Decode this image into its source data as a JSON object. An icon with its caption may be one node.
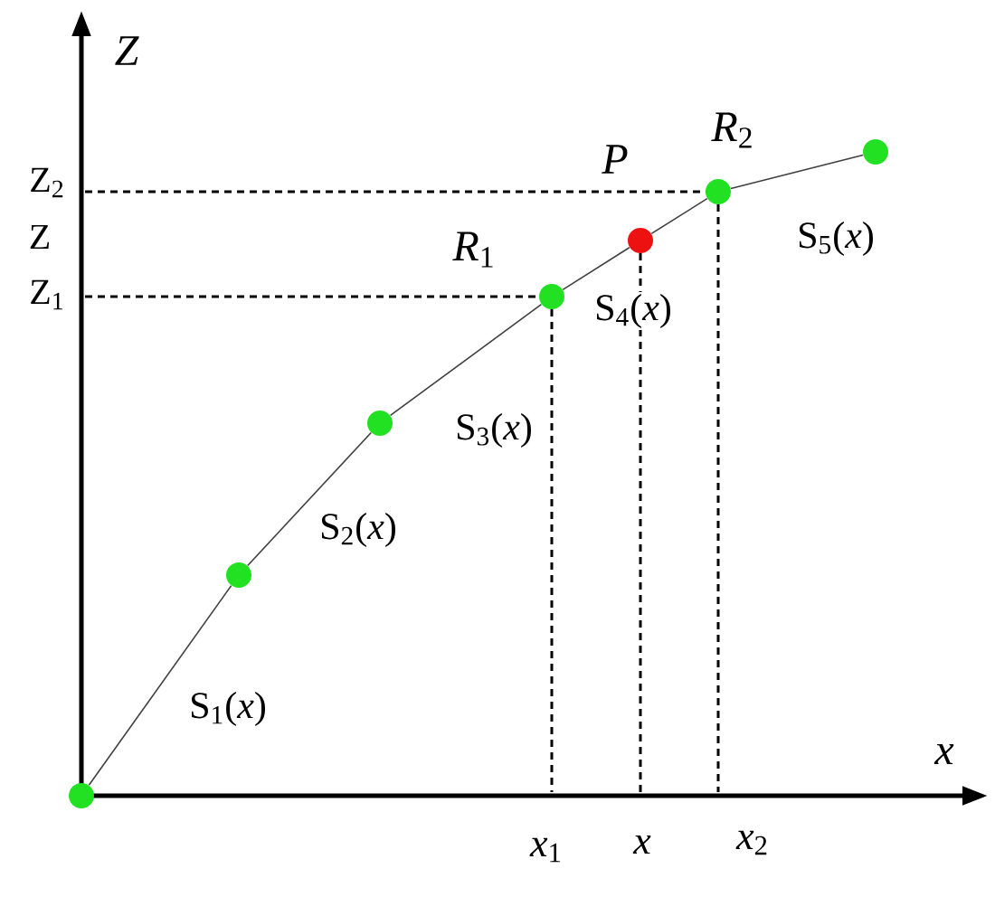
{
  "diagram": {
    "nodes": [
      {
        "text": [],
        "shape": "circle"
      },
      {
        "text": [],
        "shape": "circle"
      },
      {
        "text": [],
        "shape": "circle"
      },
      {
        "text": [],
        "shape": "circle",
        "beside": [
          "*R*$_{1}$"
        ]
      },
      {
        "text": [],
        "shape": "circle",
        "beside": [
          "*P*"
        ]
      },
      {
        "text": [],
        "shape": "circle",
        "beside": [
          "*R*$_{2}$"
        ]
      },
      {
        "text": [],
        "shape": "circle"
      }
    ],
    "edges": [
      {
        "from": 0,
        "to": 1,
        "arrow": "none",
        "label": "S$_{1}$(*x*)"
      },
      {
        "from": 1,
        "to": 2,
        "arrow": "none",
        "label": "S$_{2}$(*x*)"
      },
      {
        "from": 2,
        "to": 3,
        "arrow": "none",
        "label": "S$_{3}$(*x*)"
      },
      {
        "from": 3,
        "to": 4,
        "arrow": "none",
        "label": "S$_{4}$(*x*)"
      },
      {
        "from": 4,
        "to": 5,
        "arrow": "none"
      },
      {
        "from": 5,
        "to": 6,
        "arrow": "none",
        "label": "S$_{5}$(*x*)"
      }
    ],
    "labels": [
      "Z",
      "Z$_{2}$",
      "Z",
      "Z$_{1}$",
      "x",
      "*x*$_{1}$",
      "*x*",
      "*x*$_{2}$"
    ]
  }
}
